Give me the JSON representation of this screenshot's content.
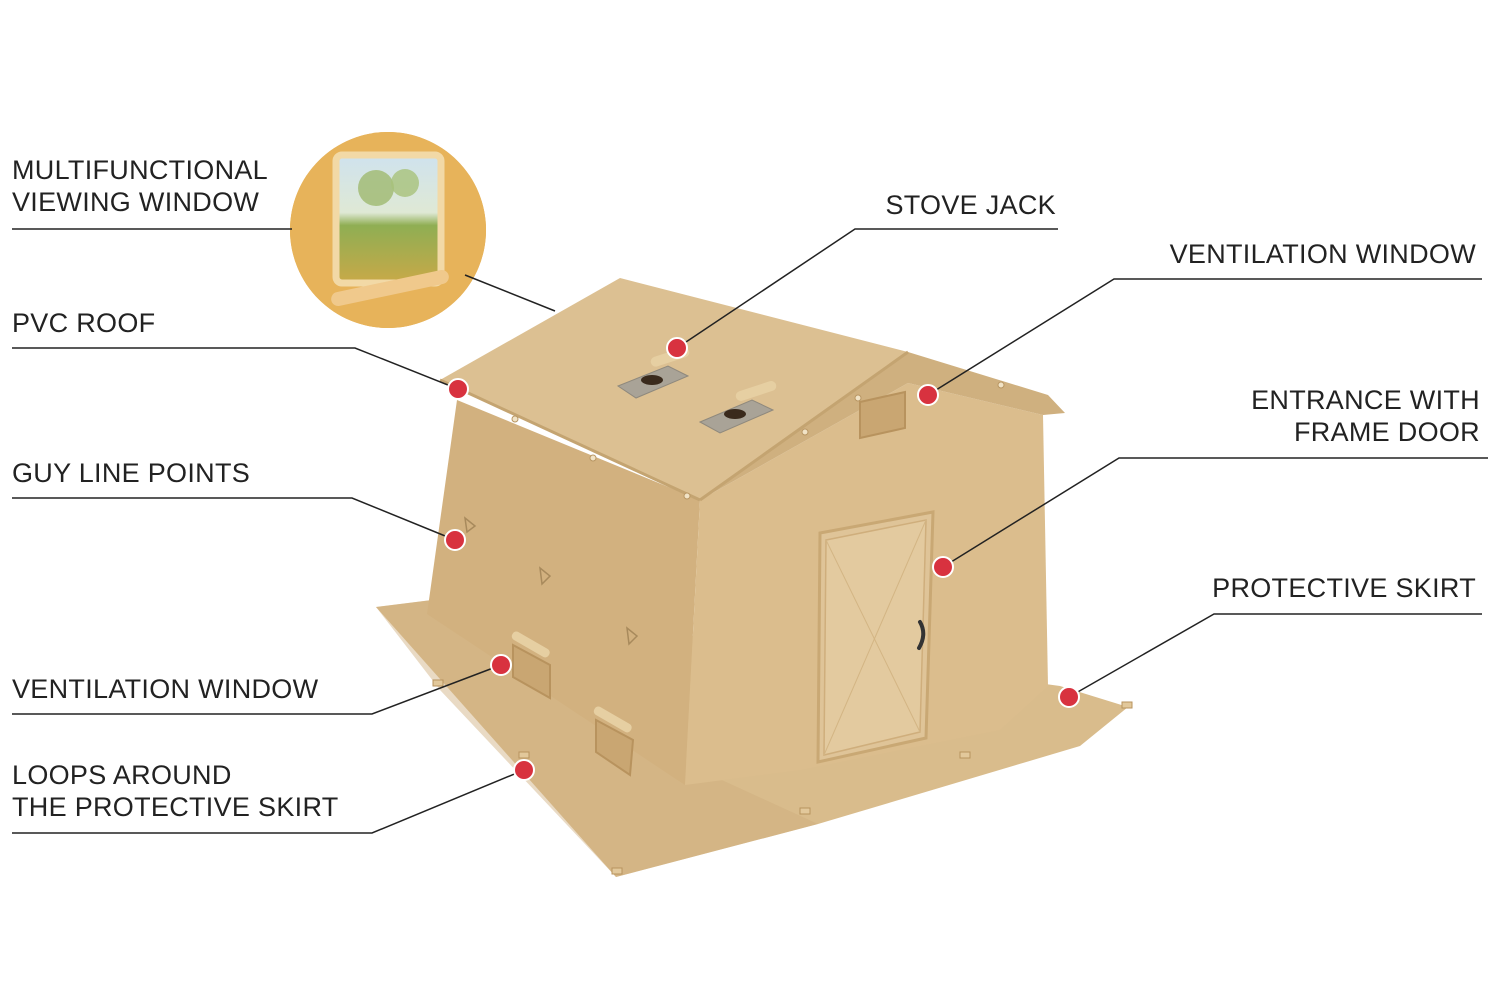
{
  "colors": {
    "canvas": "#d7b98a",
    "canvas_light": "#e2c89b",
    "canvas_dark": "#c9a873",
    "marker": "#d8323f",
    "leader_line": "#222222",
    "label_text": "#222222"
  },
  "labels": {
    "viewing_window": [
      "MULTIFUNCTIONAL",
      "VIEWING WINDOW"
    ],
    "pvc_roof": [
      "PVC ROOF"
    ],
    "guy_line_points": [
      "GUY LINE POINTS"
    ],
    "ventilation_window_left": [
      "VENTILATION WINDOW"
    ],
    "loops_skirt": [
      "LOOPS AROUND",
      "THE PROTECTIVE SKIRT"
    ],
    "stove_jack": [
      "STOVE JACK"
    ],
    "ventilation_window_right": [
      "VENTILATION WINDOW"
    ],
    "entrance": [
      "ENTRANCE WITH",
      "FRAME DOOR"
    ],
    "protective_skirt": [
      "PROTECTIVE SKIRT"
    ]
  }
}
